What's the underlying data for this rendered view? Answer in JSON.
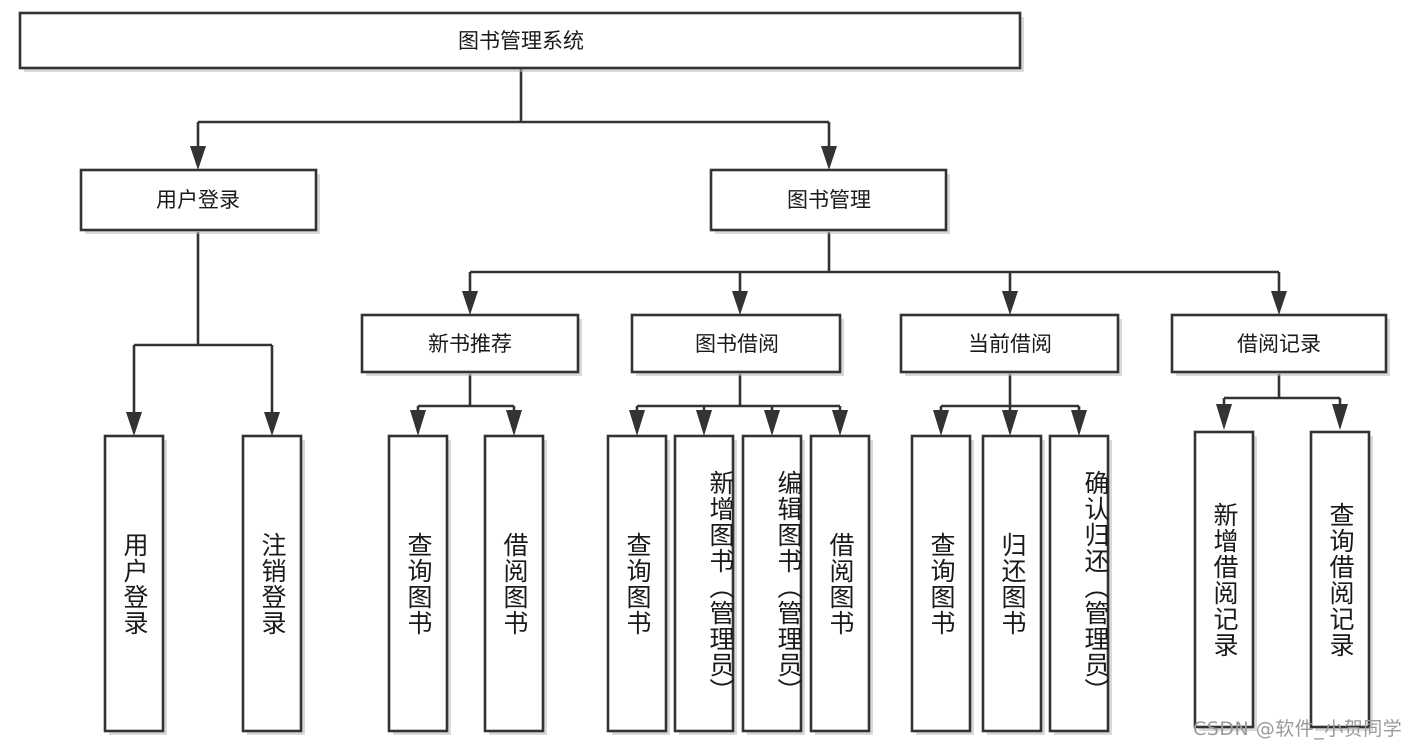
{
  "diagram": {
    "title": "图书管理系统",
    "type": "hierarchy-tree",
    "watermark": "CSDN @软件_小贺同学",
    "colors": {
      "box_fill": "#ffffff",
      "box_stroke": "#333333",
      "text": "#1a1a1a",
      "watermark": "#9a9a9a",
      "background": "#ffffff"
    },
    "levels": {
      "root": {
        "label": "图书管理系统"
      },
      "level2": [
        {
          "id": "user-login",
          "label": "用户登录"
        },
        {
          "id": "book-management",
          "label": "图书管理"
        }
      ],
      "level3": [
        {
          "id": "new-book-recommend",
          "label": "新书推荐",
          "parent": "book-management"
        },
        {
          "id": "book-borrow",
          "label": "图书借阅",
          "parent": "book-management"
        },
        {
          "id": "current-borrow",
          "label": "当前借阅",
          "parent": "book-management"
        },
        {
          "id": "borrow-record",
          "label": "借阅记录",
          "parent": "book-management"
        }
      ],
      "leaves": [
        {
          "id": "leaf-user-login",
          "label": "用户登录",
          "parent": "user-login"
        },
        {
          "id": "leaf-logout-login",
          "label": "注销登录",
          "parent": "user-login"
        },
        {
          "id": "leaf-query-book-1",
          "label": "查询图书",
          "parent": "new-book-recommend"
        },
        {
          "id": "leaf-borrow-book-1",
          "label": "借阅图书",
          "parent": "new-book-recommend"
        },
        {
          "id": "leaf-query-book-2",
          "label": "查询图书",
          "parent": "book-borrow"
        },
        {
          "id": "leaf-add-book",
          "label": "新增图书（管理员）",
          "parent": "book-borrow"
        },
        {
          "id": "leaf-edit-book",
          "label": "编辑图书（管理员）",
          "parent": "book-borrow"
        },
        {
          "id": "leaf-borrow-book-2",
          "label": "借阅图书",
          "parent": "book-borrow"
        },
        {
          "id": "leaf-query-book-3",
          "label": "查询图书",
          "parent": "current-borrow"
        },
        {
          "id": "leaf-return-book",
          "label": "归还图书",
          "parent": "current-borrow"
        },
        {
          "id": "leaf-confirm-return",
          "label": "确认归还（管理员）",
          "parent": "current-borrow"
        },
        {
          "id": "leaf-add-record",
          "label": "新增借阅记录",
          "parent": "borrow-record"
        },
        {
          "id": "leaf-query-record",
          "label": "查询借阅记录",
          "parent": "borrow-record"
        }
      ]
    }
  }
}
